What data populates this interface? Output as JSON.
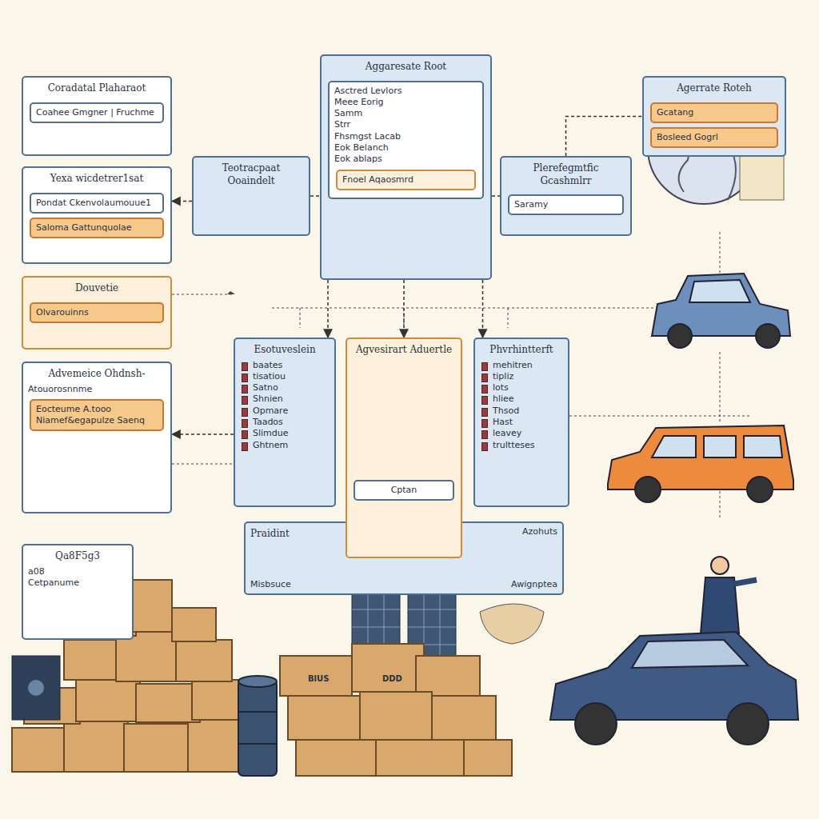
{
  "diagram": {
    "nodes": [
      {
        "text": [
          "Coradatal Plaharaot"
        ]
      },
      {
        "text": [
          "Coahee Gmgner | Fruchme"
        ],
        "in": 0
      },
      {
        "text": [
          "Yexa wicdetrer1sat"
        ]
      },
      {
        "text": [
          "Pondat Ckenvolaumouue1"
        ],
        "in": 2
      },
      {
        "text": [
          "Saloma Gattunquolae"
        ],
        "in": 2
      },
      {
        "text": [
          "Douvetie"
        ]
      },
      {
        "text": [
          "Olvarouinns"
        ],
        "in": 5
      },
      {
        "text": [
          "Advemeice Ohdnsh-",
          "Atouorosnnme"
        ]
      },
      {
        "text": [
          "Eocteume A.tooo",
          "Niamef&egapulze Saenq"
        ],
        "in": 7
      },
      {
        "text": [
          "Qa8F5g3",
          "a08",
          "Cetpanume"
        ]
      },
      {
        "text": [
          "Aggaresate Root"
        ]
      },
      {
        "text": [
          "Asctred Levlors",
          "Meee Eorig",
          "Samm",
          "Strr",
          "Fhsmgst Lacab",
          "Eok Belanch",
          "Eok ablaps"
        ],
        "in": 10
      },
      {
        "text": [
          "Fnoel Aqaosmrd"
        ],
        "in": 11
      },
      {
        "text": [
          "Teotracpaat Ooaindelt"
        ]
      },
      {
        "text": [
          "Plerefegmtfic Gcashmlrr"
        ]
      },
      {
        "text": [
          "Saramy"
        ],
        "in": 14
      },
      {
        "text": [
          "Agerrate Roteh"
        ]
      },
      {
        "text": [
          "Gcatang"
        ],
        "in": 16
      },
      {
        "text": [
          "Bosleed Gogrl"
        ],
        "in": 16
      },
      {
        "text": [
          "Esotuveslein",
          "baates",
          "tisatiou",
          "Satno",
          "Shnien",
          "Opmare",
          "Taados",
          "Slimdue",
          "Ghtnem"
        ]
      },
      {
        "text": [
          "Agvesirart Aduertle"
        ]
      },
      {
        "text": [
          "Cptan"
        ],
        "in": 20
      },
      {
        "text": [
          "Phvrhintterft",
          "mehitren",
          "tipliz",
          "lots",
          "hliee",
          "Thsod",
          "Hast",
          "leavey",
          "trultteses"
        ]
      },
      {
        "text": [
          "Praidint",
          "Misbsuce",
          "Azohuts",
          "Awignptea"
        ]
      }
    ],
    "edges": [
      {
        "from": 13,
        "to": 2,
        "arrow": "to"
      },
      {
        "from": 13,
        "to": 10,
        "arrow": "none"
      },
      {
        "from": 10,
        "to": 14,
        "arrow": "none"
      },
      {
        "from": 14,
        "to": 16,
        "arrow": "none"
      },
      {
        "from": 10,
        "to": 19,
        "arrow": "to"
      },
      {
        "from": 10,
        "to": 20,
        "arrow": "to"
      },
      {
        "from": 10,
        "to": 22,
        "arrow": "to"
      },
      {
        "from": 19,
        "to": 7,
        "arrow": "to"
      }
    ],
    "labels": [
      "BlUS",
      "DDD"
    ]
  }
}
